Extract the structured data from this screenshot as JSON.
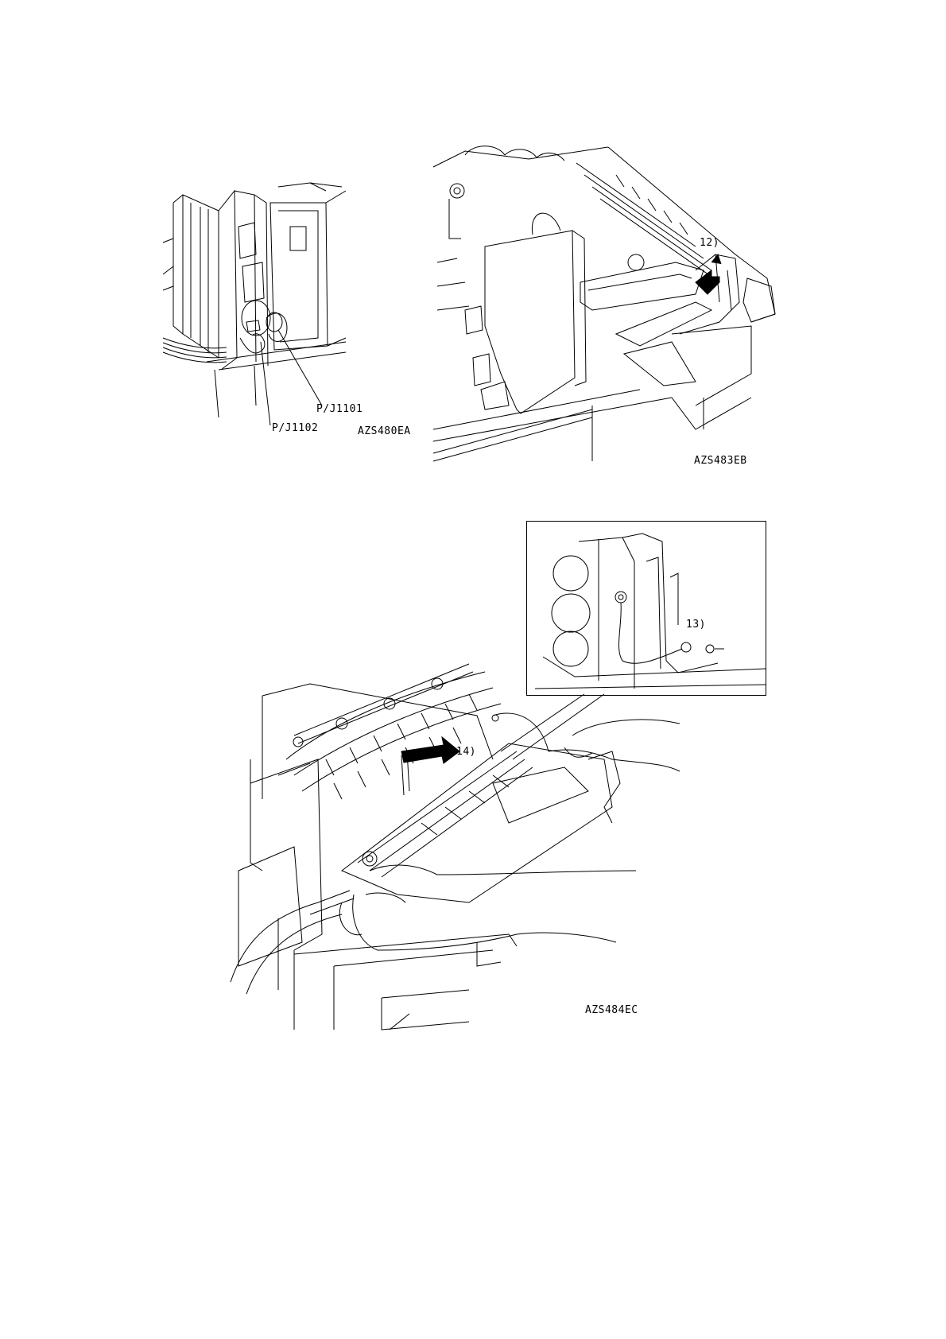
{
  "figure_1": {
    "callouts": {
      "connector_a": "P/J1101",
      "connector_b": "P/J1102"
    },
    "figure_code": "AZS480EA"
  },
  "figure_2": {
    "step_label": "12)",
    "figure_code": "AZS483EB"
  },
  "figure_3": {
    "inset_step_label": "13)",
    "step_label": "14)",
    "figure_code": "AZS484EC"
  }
}
